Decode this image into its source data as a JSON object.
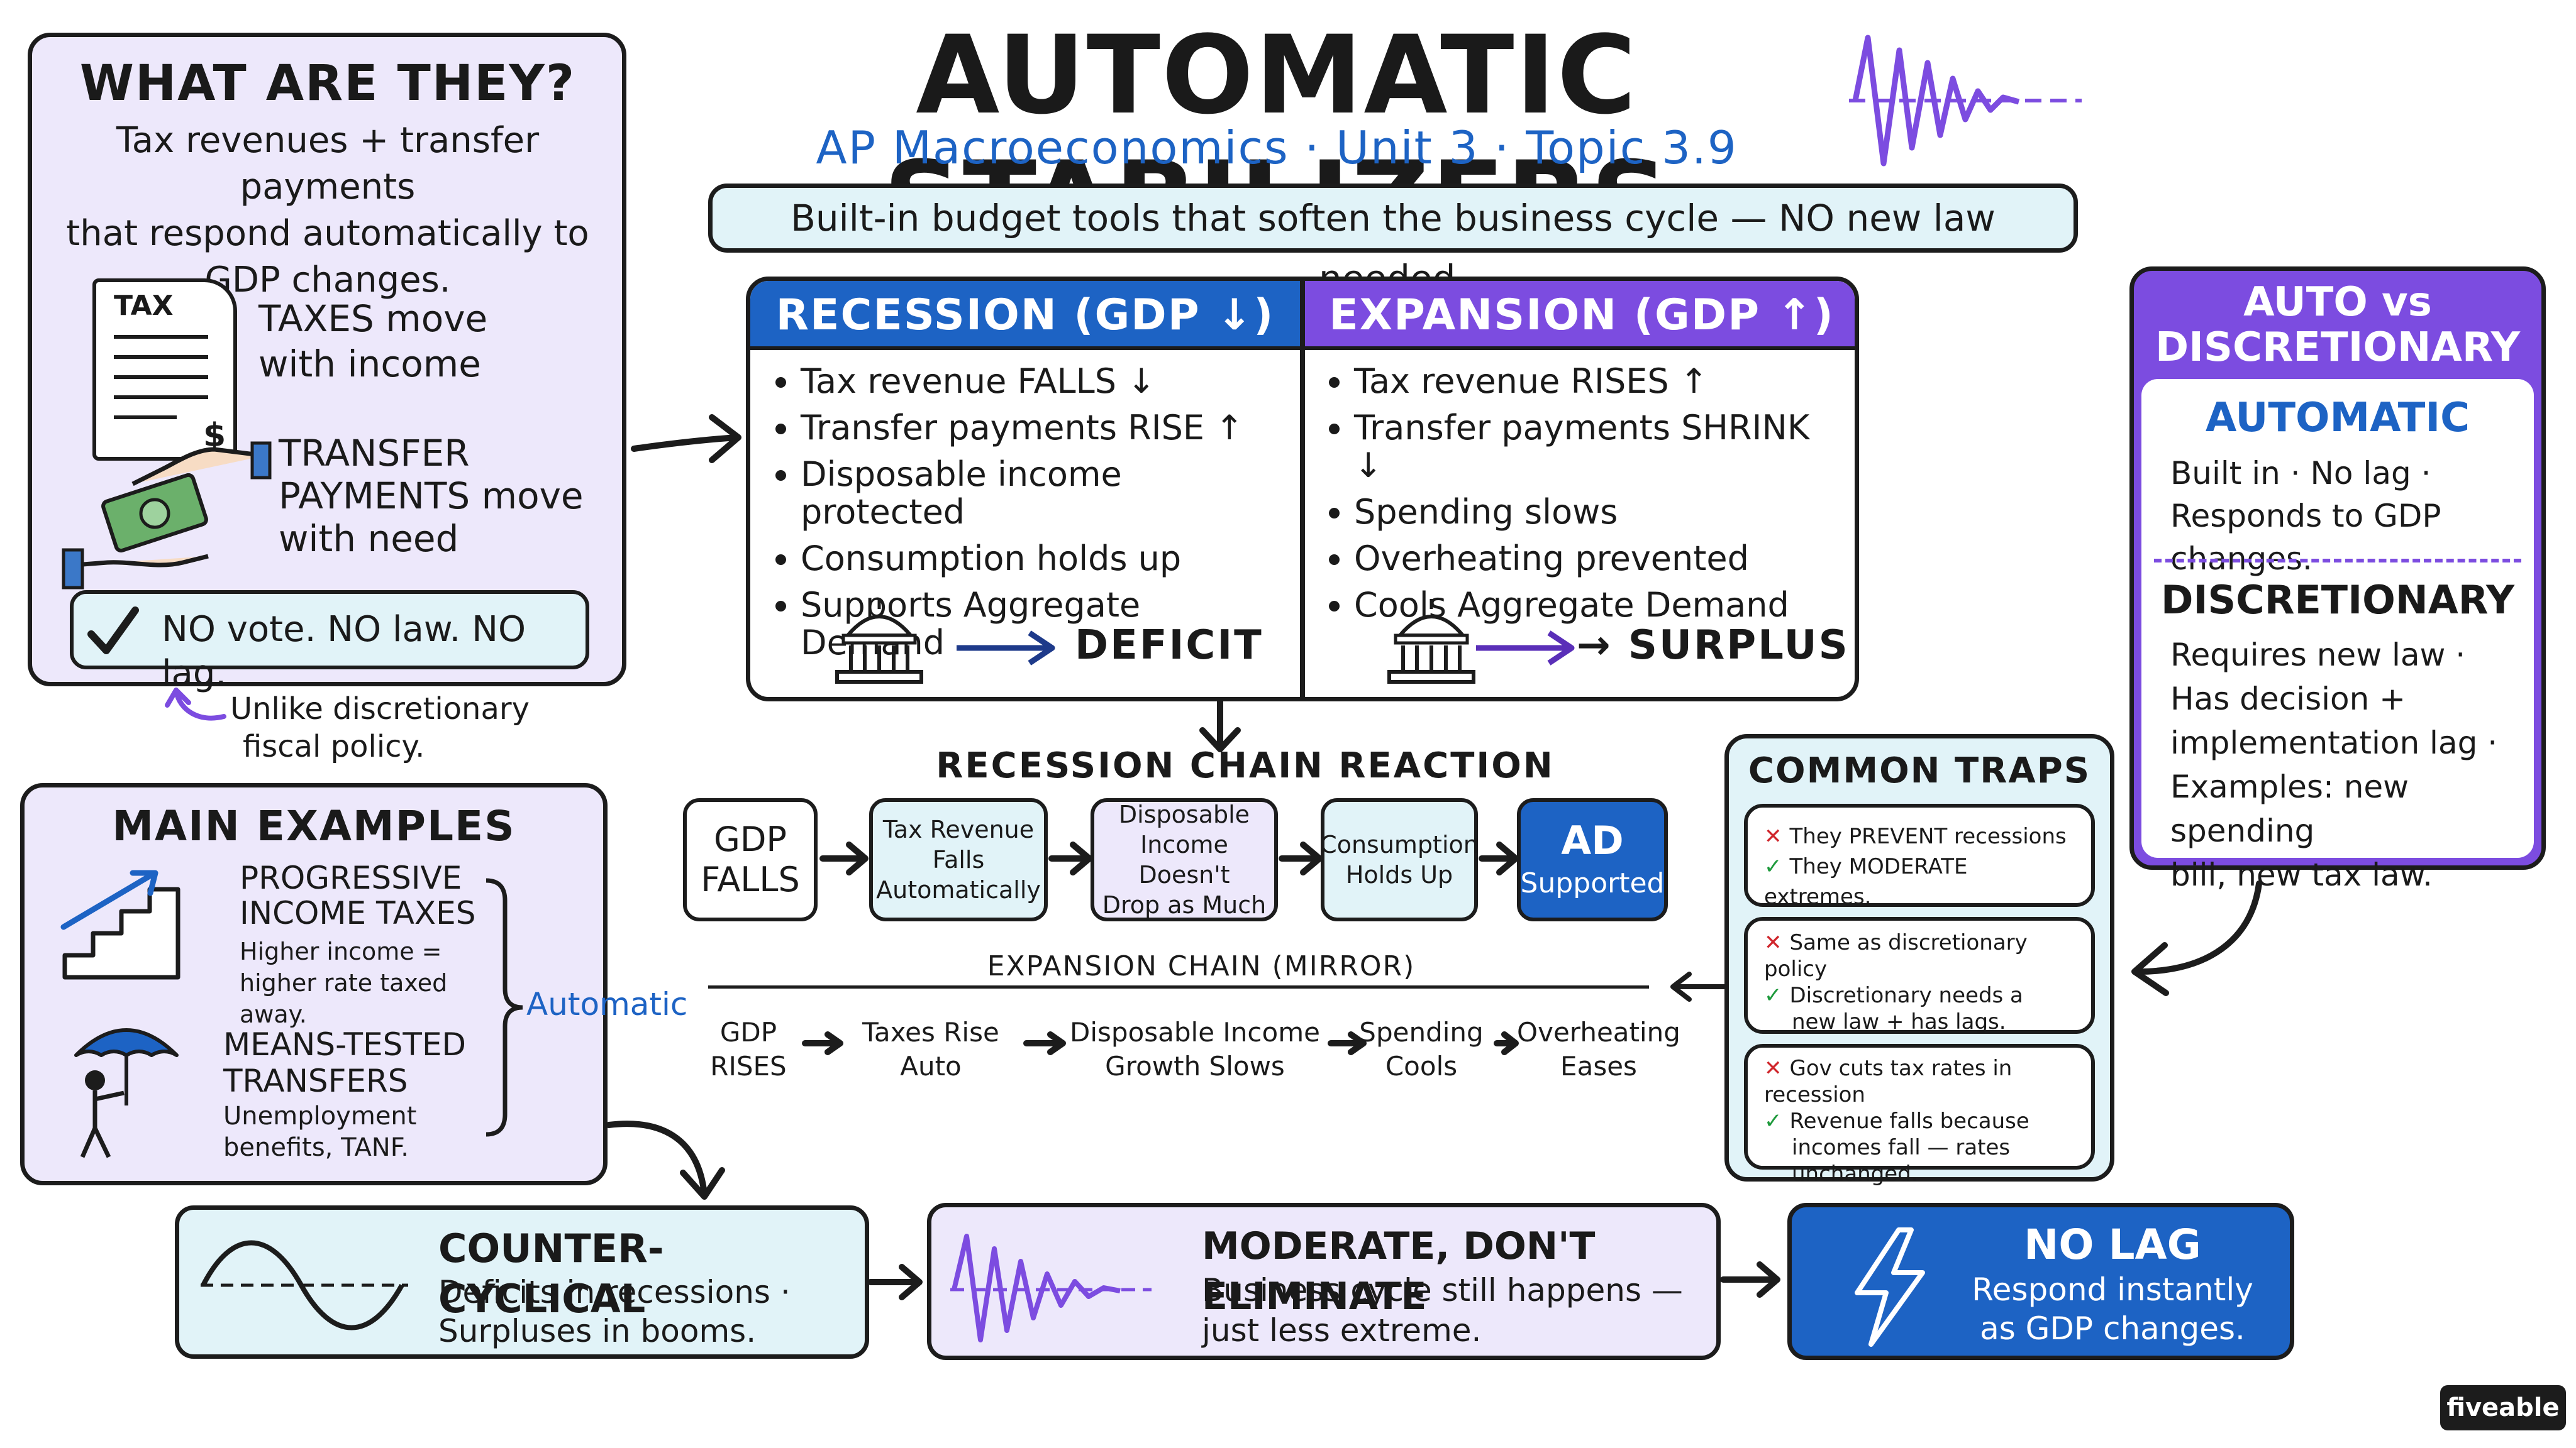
{
  "title": "AUTOMATIC STABILIZERS",
  "subtitle": "AP Macroeconomics · Unit 3 · Topic 3.9",
  "banner": "Built-in budget tools that soften the business cycle — NO new law needed.",
  "what": {
    "heading": "WHAT ARE THEY?",
    "desc": [
      "Tax revenues + transfer payments",
      "that respond automatically to",
      "GDP changes."
    ],
    "tax_label": "TAX",
    "dollar": "$",
    "taxes_text": [
      "TAXES move",
      "with income"
    ],
    "transfer_text": [
      "TRANSFER",
      "PAYMENTS move",
      "with need"
    ],
    "no_vote": "NO vote. NO law. NO lag.",
    "note": [
      "Unlike discretionary",
      "fiscal policy."
    ]
  },
  "recession": {
    "header": "RECESSION (GDP ↓)",
    "bullets": [
      "Tax revenue FALLS ↓",
      "Transfer payments RISE ↑",
      "Disposable income protected",
      "Consumption holds up",
      "Supports Aggregate Demand"
    ],
    "result": "DEFICIT"
  },
  "expansion": {
    "header": "EXPANSION (GDP ↑)",
    "bullets": [
      "Tax revenue RISES ↑",
      "Transfer payments SHRINK ↓",
      "Spending slows",
      "Overheating prevented",
      "Cools Aggregate Demand"
    ],
    "result": "→ SURPLUS"
  },
  "auto_vs": {
    "header": [
      "AUTO vs",
      "DISCRETIONARY"
    ],
    "automatic_title": "AUTOMATIC",
    "automatic_text": [
      "Built in · No lag ·",
      "Responds to GDP changes."
    ],
    "discretionary_title": "DISCRETIONARY",
    "discretionary_text": [
      "Requires new law ·",
      "Has decision +",
      "implementation lag ·",
      "Examples: new spending",
      "bill, new tax law."
    ]
  },
  "chain": {
    "title": "RECESSION CHAIN REACTION",
    "boxes": [
      [
        "GDP",
        "FALLS"
      ],
      [
        "Tax Revenue",
        "Falls",
        "Automatically"
      ],
      [
        "Disposable",
        "Income Doesn't",
        "Drop as Much"
      ],
      [
        "Consumption",
        "Holds Up"
      ],
      [
        "AD",
        "Supported"
      ]
    ],
    "mirror_title": "EXPANSION CHAIN (MIRROR)",
    "mirror": [
      [
        "GDP",
        "RISES"
      ],
      [
        "Taxes Rise",
        "Auto"
      ],
      [
        "Disposable Income",
        "Growth Slows"
      ],
      [
        "Spending",
        "Cools"
      ],
      [
        "Overheating",
        "Eases"
      ]
    ]
  },
  "traps": {
    "header": "COMMON TRAPS ⚠",
    "items": [
      {
        "wrong": [
          "They PREVENT recessions"
        ],
        "right": [
          "They MODERATE extremes."
        ]
      },
      {
        "wrong": [
          "Same as discretionary policy"
        ],
        "right": [
          "Discretionary needs a",
          "new law + has lags."
        ]
      },
      {
        "wrong": [
          "Gov cuts tax rates in recession"
        ],
        "right": [
          "Revenue falls because",
          "incomes fall — rates",
          "unchanged."
        ]
      }
    ]
  },
  "examples": {
    "heading": "MAIN EXAMPLES",
    "progressive_title": [
      "PROGRESSIVE",
      "INCOME TAXES"
    ],
    "progressive_text": [
      "Higher income =",
      "higher rate taxed away."
    ],
    "means_title": [
      "MEANS-TESTED",
      "TRANSFERS"
    ],
    "means_text": [
      "Unemployment",
      "benefits, TANF."
    ],
    "brace_label": "Automatic"
  },
  "bottom": {
    "counter_title": "COUNTER-CYCLICAL",
    "counter_text": [
      "Deficits in recessions ·",
      "Surpluses in booms."
    ],
    "moderate_title": "MODERATE, DON'T ELIMINATE",
    "moderate_text": [
      "Business cycle still happens —",
      "just less extreme."
    ],
    "nolag_title": "NO LAG",
    "nolag_text": [
      "Respond instantly",
      "as GDP changes."
    ]
  },
  "brand": "fiveable",
  "colors": {
    "recession_header": "#1d63c4",
    "expansion_header": "#7c4ce0",
    "accent_blue": "#1d63c4",
    "accent_purple": "#7c4ce0",
    "lavender": "#ede8fb",
    "cyan": "#e1f3f8"
  },
  "icons": [
    "wave-icon",
    "tax-form-icon",
    "money-hands-icon",
    "check-icon",
    "capitol-icon",
    "warning-icon",
    "stairs-arrow-icon",
    "umbrella-person-icon",
    "sine-wave-icon",
    "damped-wave-icon",
    "lightning-icon"
  ]
}
